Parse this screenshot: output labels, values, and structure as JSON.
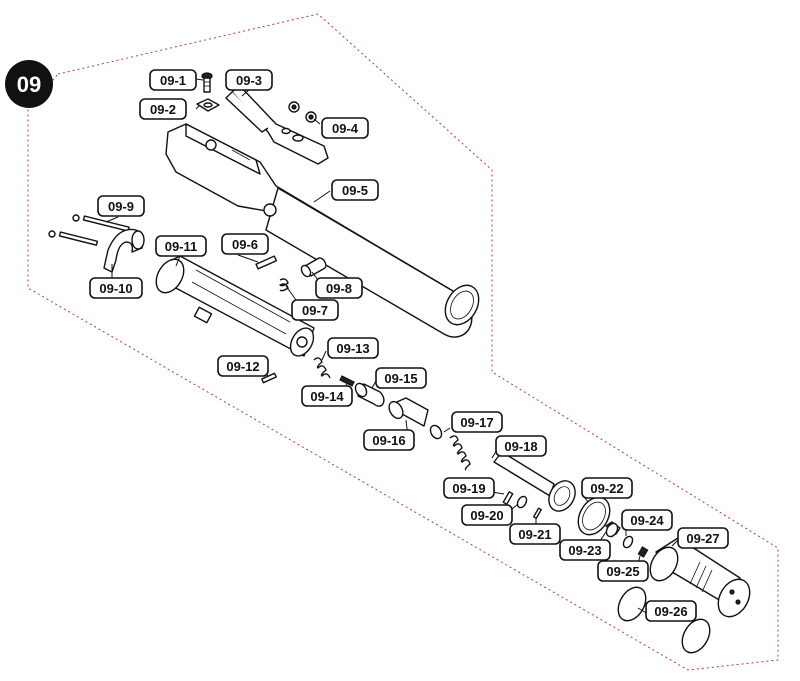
{
  "badge": {
    "number": "09"
  },
  "labels": [
    {
      "id": "09-1",
      "text": "09-1"
    },
    {
      "id": "09-2",
      "text": "09-2"
    },
    {
      "id": "09-3",
      "text": "09-3"
    },
    {
      "id": "09-4",
      "text": "09-4"
    },
    {
      "id": "09-5",
      "text": "09-5"
    },
    {
      "id": "09-6",
      "text": "09-6"
    },
    {
      "id": "09-7",
      "text": "09-7"
    },
    {
      "id": "09-8",
      "text": "09-8"
    },
    {
      "id": "09-9",
      "text": "09-9"
    },
    {
      "id": "09-10",
      "text": "09-10"
    },
    {
      "id": "09-11",
      "text": "09-11"
    },
    {
      "id": "09-12",
      "text": "09-12"
    },
    {
      "id": "09-13",
      "text": "09-13"
    },
    {
      "id": "09-14",
      "text": "09-14"
    },
    {
      "id": "09-15",
      "text": "09-15"
    },
    {
      "id": "09-16",
      "text": "09-16"
    },
    {
      "id": "09-17",
      "text": "09-17"
    },
    {
      "id": "09-18",
      "text": "09-18"
    },
    {
      "id": "09-19",
      "text": "09-19"
    },
    {
      "id": "09-20",
      "text": "09-20"
    },
    {
      "id": "09-21",
      "text": "09-21"
    },
    {
      "id": "09-22",
      "text": "09-22"
    },
    {
      "id": "09-23",
      "text": "09-23"
    },
    {
      "id": "09-24",
      "text": "09-24"
    },
    {
      "id": "09-25",
      "text": "09-25"
    },
    {
      "id": "09-26",
      "text": "09-26"
    },
    {
      "id": "09-27",
      "text": "09-27"
    }
  ]
}
